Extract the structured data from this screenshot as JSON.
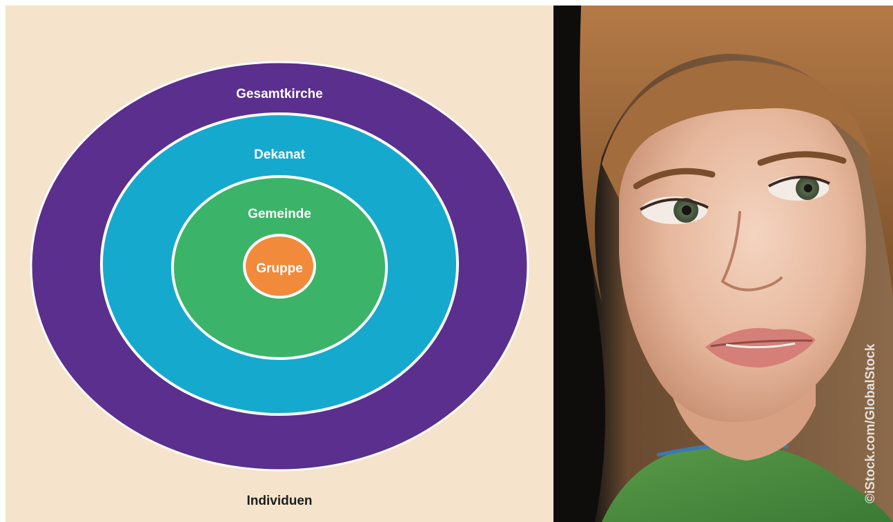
{
  "diagram": {
    "rings": [
      {
        "label": "Gesamtkirche",
        "color": "#5b2f8d"
      },
      {
        "label": "Dekanat",
        "color": "#16a9ce"
      },
      {
        "label": "Gemeinde",
        "color": "#3bb469"
      },
      {
        "label": "Gruppe",
        "color": "#f28a3c"
      }
    ],
    "outer_label": "Individuen",
    "background": "#f5e3cb"
  },
  "photo": {
    "subject": "woman-portrait",
    "credit": "©iStock.com/GlobalStock"
  }
}
